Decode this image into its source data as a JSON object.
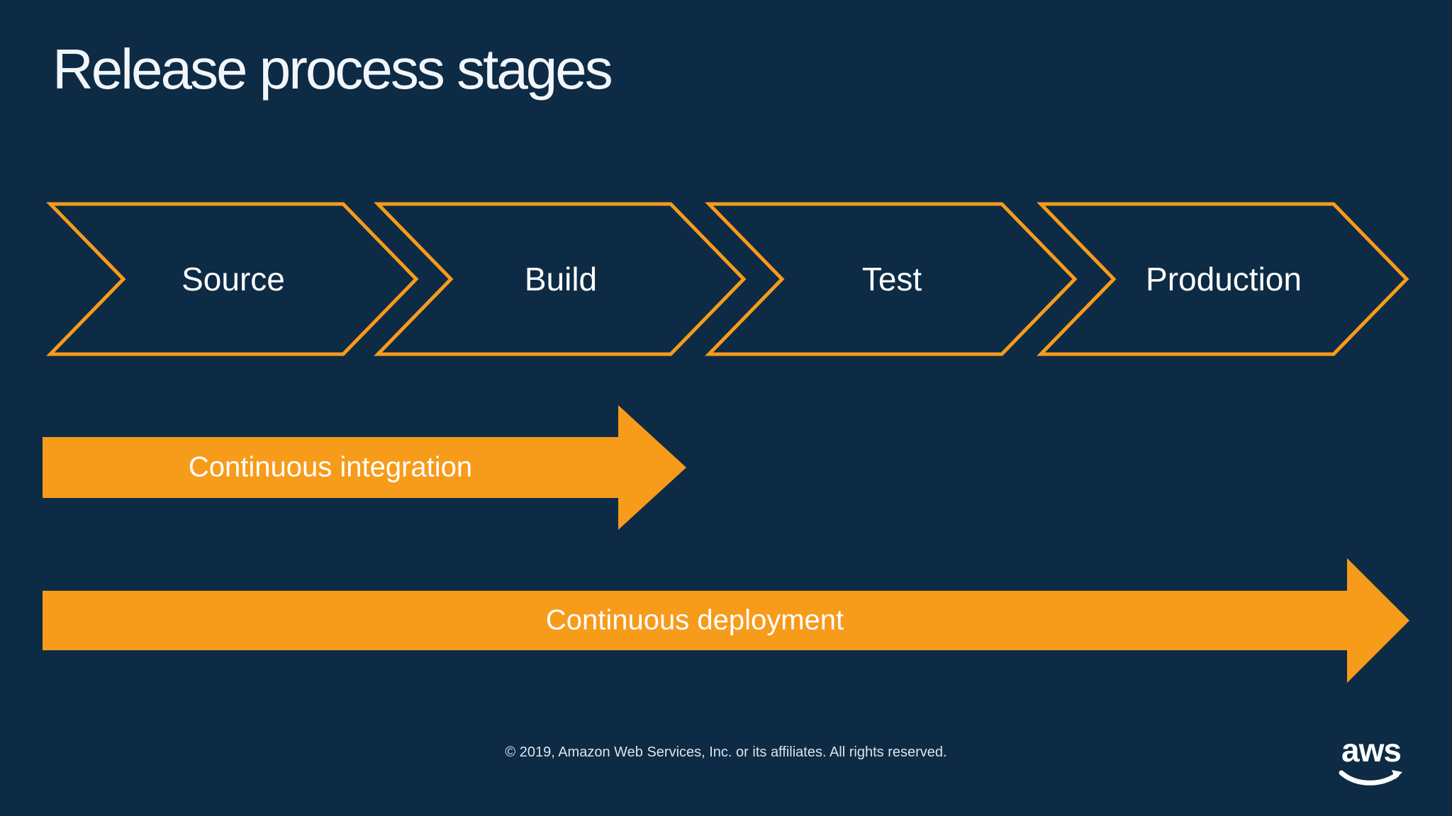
{
  "slide": {
    "title": "Release process stages",
    "stages": [
      {
        "label": "Source"
      },
      {
        "label": "Build"
      },
      {
        "label": "Test"
      },
      {
        "label": "Production"
      }
    ],
    "arrows": [
      {
        "label": "Continuous integration"
      },
      {
        "label": "Continuous deployment"
      }
    ],
    "footer": "© 2019, Amazon Web Services, Inc. or its affiliates. All rights reserved.",
    "logo_text": "aws",
    "colors": {
      "background": "#0D2B45",
      "accent_orange": "#F79B1B",
      "text_white": "#FFFFFF",
      "title_white": "#F2F6FA",
      "footer_gray": "#DDE4EA"
    }
  }
}
